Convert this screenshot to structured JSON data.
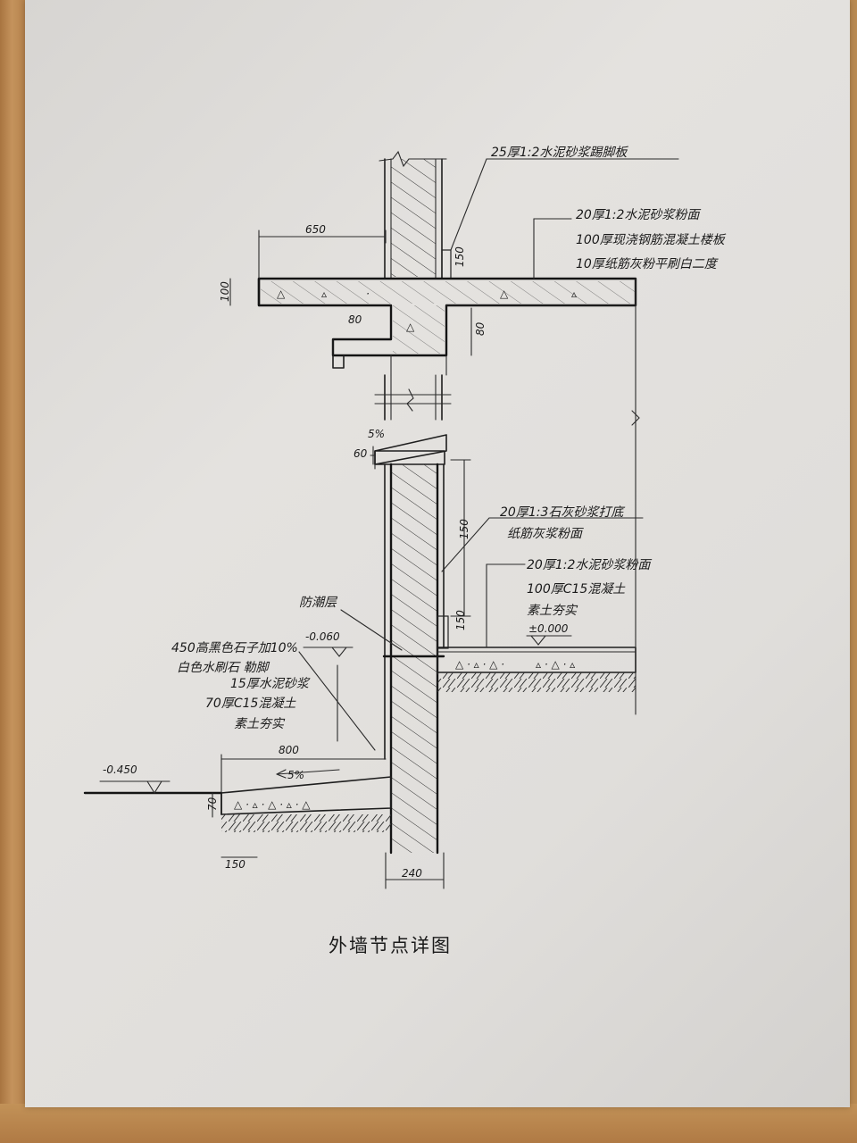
{
  "drawing": {
    "title": "外墙节点详图",
    "labels": {
      "baseboard": "25厚1:2水泥砂浆踢脚板",
      "floor_layer1": "20厚1:2水泥砂浆粉面",
      "floor_layer2": "100厚现浇钢筋混凝土楼板",
      "floor_layer3": "10厚纸筋灰粉平刷白二度",
      "wall_plaster1": "20厚1:3石灰砂浆打底",
      "wall_plaster2": "纸筋灰浆粉面",
      "ground_layer1": "20厚1:2水泥砂浆粉面",
      "ground_layer2": "100厚C15混凝土",
      "ground_layer3": "素土夯实",
      "damp_proof": "防潮层",
      "plinth1": "450高黑色石子加10%",
      "plinth2": "白色水刷石  勒脚",
      "apron1": "15厚水泥砂浆",
      "apron2": "70厚C15混凝土",
      "apron3": "素土夯实"
    },
    "dimensions": {
      "eave_width": "650",
      "slab_thickness": "100",
      "beam_depth": "80",
      "beam_width": "80",
      "baseboard_height": "150",
      "wall_plaster_height": "150",
      "skirting_height": "150",
      "sill_height": "60",
      "sill_slope": "5%",
      "apron_width": "800",
      "apron_slope": "5%",
      "apron_thickness": "70",
      "apron_offset": "150",
      "wall_thickness": "240"
    },
    "elevations": {
      "ground_floor": "±0.000",
      "plinth_top": "-0.060",
      "outdoor": "-0.450"
    }
  }
}
